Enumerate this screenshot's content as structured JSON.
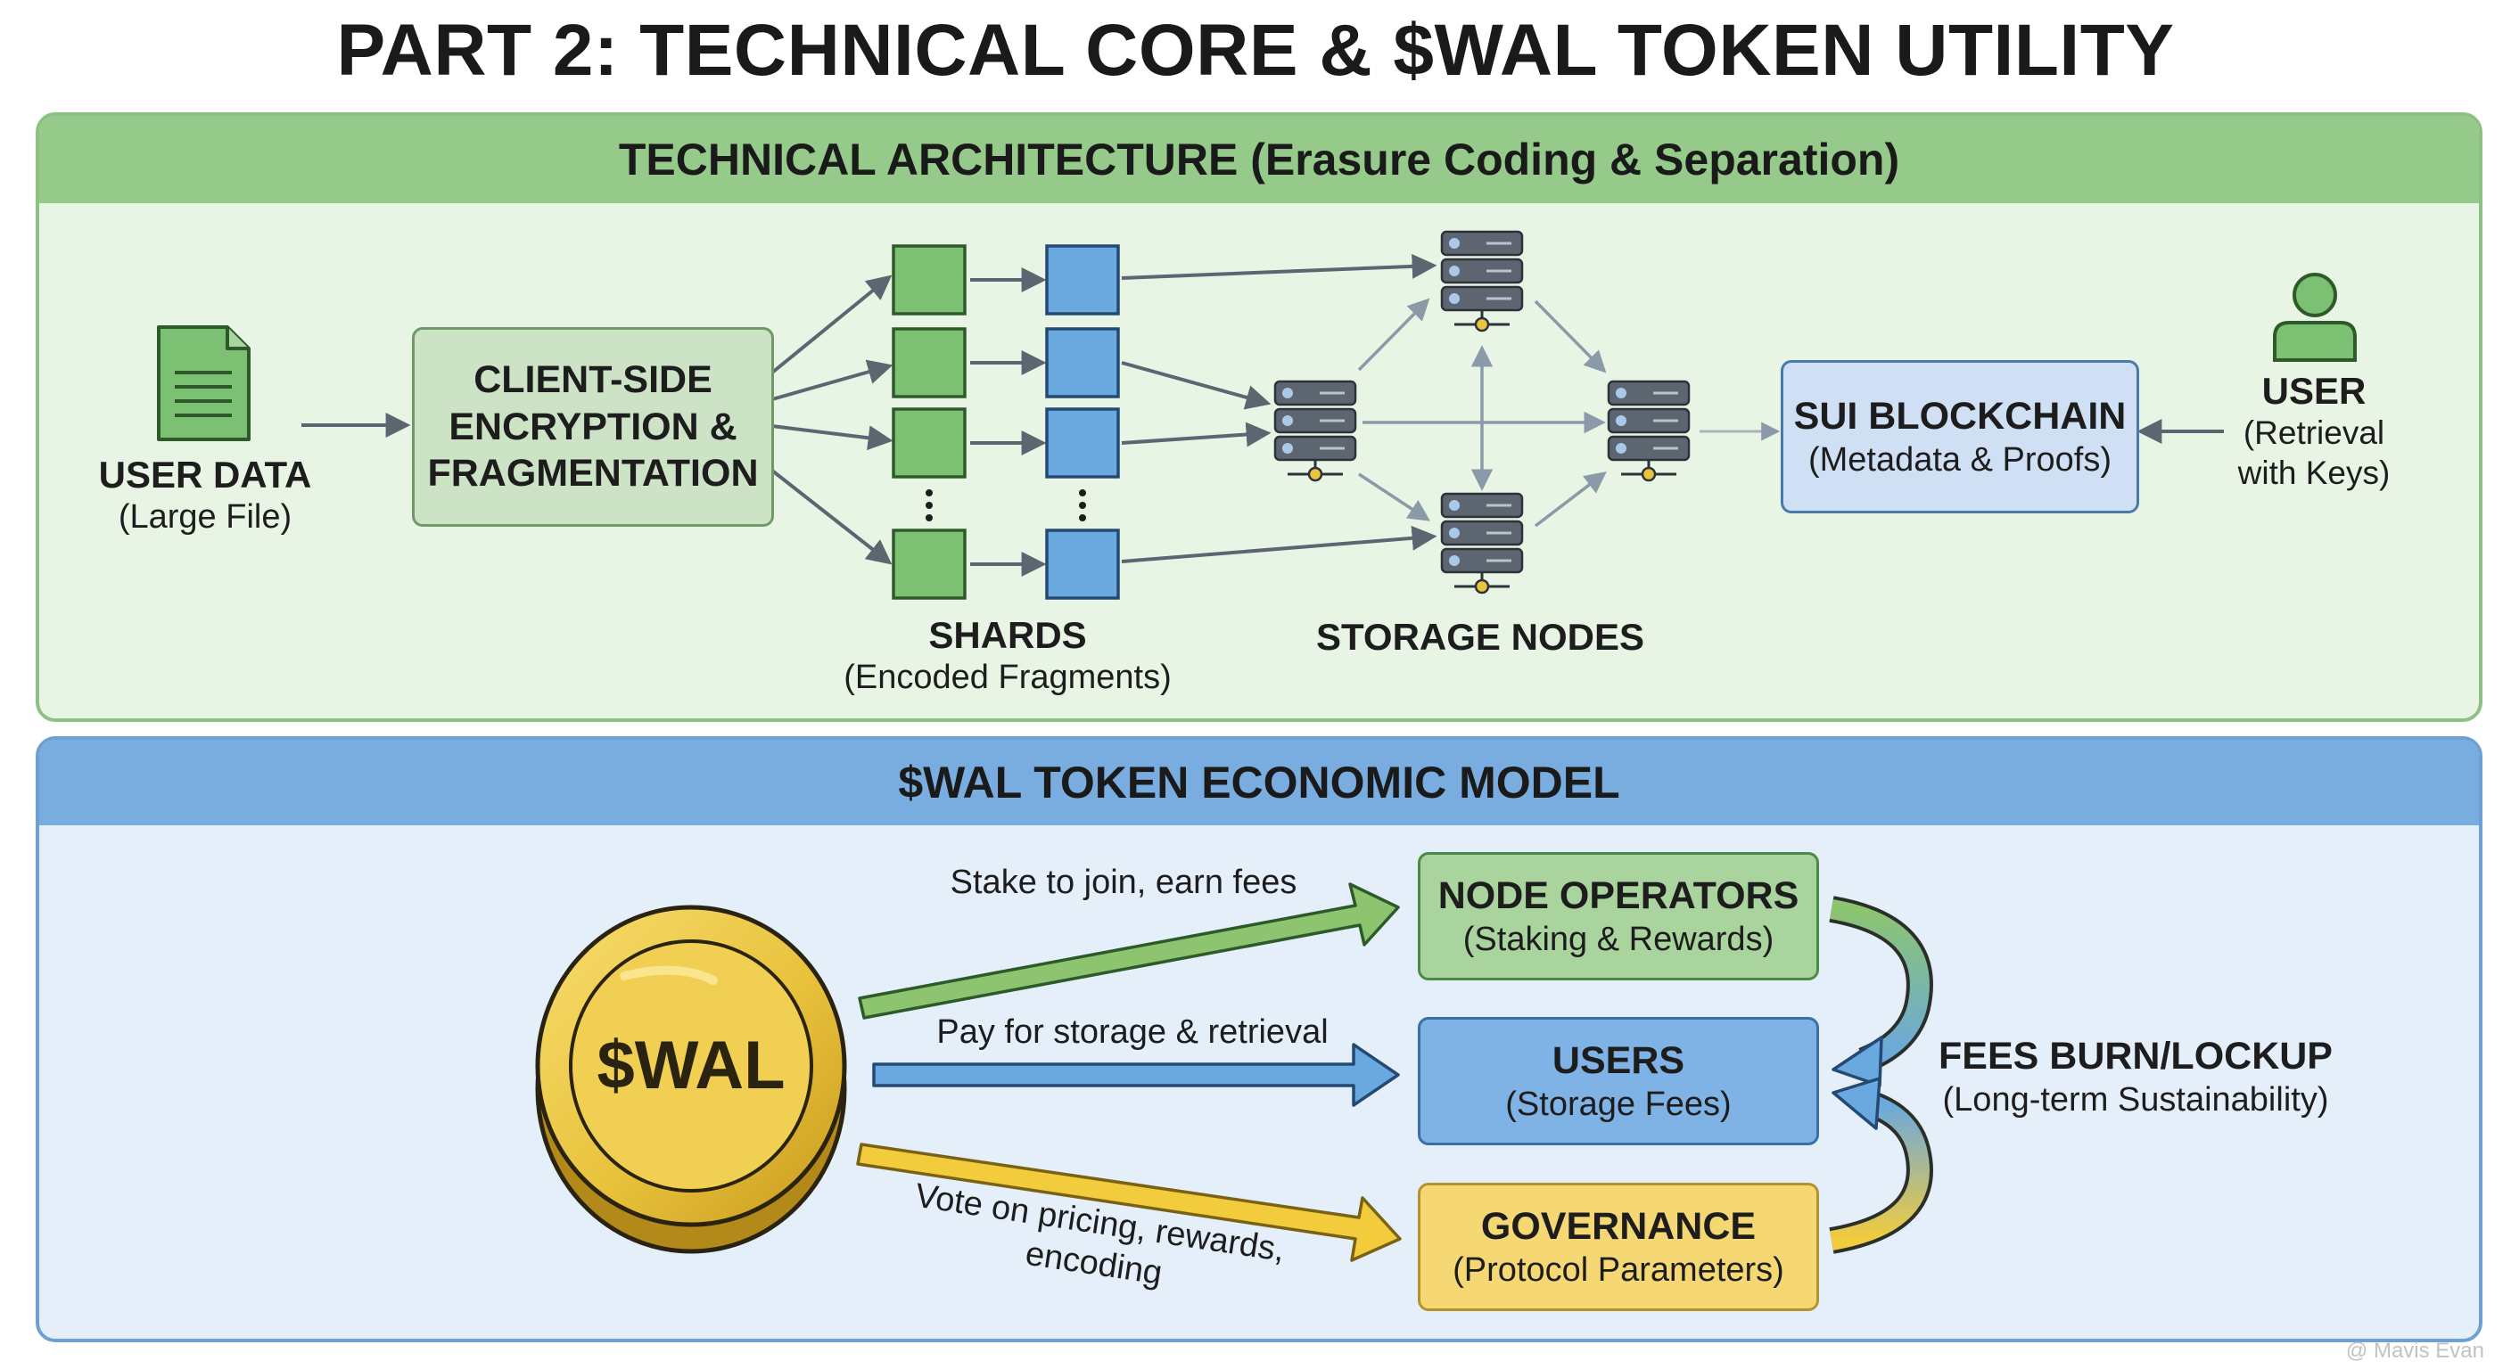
{
  "title": "PART 2: TECHNICAL CORE & $WAL TOKEN UTILITY",
  "top_panel": {
    "heading": "TECHNICAL ARCHITECTURE",
    "heading_paren": "(Erasure Coding & Separation)",
    "user_data": {
      "label": "USER DATA",
      "sub": "(Large File)"
    },
    "client_box": {
      "line1": "CLIENT-SIDE",
      "line2": "ENCRYPTION &",
      "line3": "FRAGMENTATION"
    },
    "shards": {
      "label": "SHARDS",
      "sub": "(Encoded Fragments)"
    },
    "storage_nodes": {
      "label": "STORAGE NODES"
    },
    "sui": {
      "label": "SUI BLOCKCHAIN",
      "sub": "(Metadata & Proofs)"
    },
    "user": {
      "label": "USER",
      "sub1": "(Retrieval",
      "sub2": "with Keys)"
    }
  },
  "bottom_panel": {
    "heading": "$WAL TOKEN ECONOMIC MODEL",
    "coin": "$WAL",
    "flows": {
      "stake": "Stake to join, earn fees",
      "pay": "Pay for storage & retrieval",
      "vote1": "Vote on pricing, rewards,",
      "vote2": "encoding"
    },
    "node_operators": {
      "label": "NODE OPERATORS",
      "sub": "(Staking & Rewards)"
    },
    "users": {
      "label": "USERS",
      "sub": "(Storage Fees)"
    },
    "governance": {
      "label": "GOVERNANCE",
      "sub": "(Protocol Parameters)"
    },
    "fees": {
      "label": "FEES BURN/LOCKUP",
      "sub": "(Long-term Sustainability)"
    }
  },
  "watermark": "@ Mavis Evan",
  "colors": {
    "green_panel": "#e8f4e4",
    "green_header": "#95ca8a",
    "blue_panel": "#e4eff9",
    "blue_header": "#79acdf",
    "shard_green": "#7cc173",
    "shard_blue": "#6aa8e0",
    "coin_gold": "#e9c53f",
    "arrow_gray": "#5d6670"
  },
  "icons": [
    "document-icon",
    "server-icon",
    "user-icon",
    "coin-icon",
    "ellipsis-icon"
  ]
}
